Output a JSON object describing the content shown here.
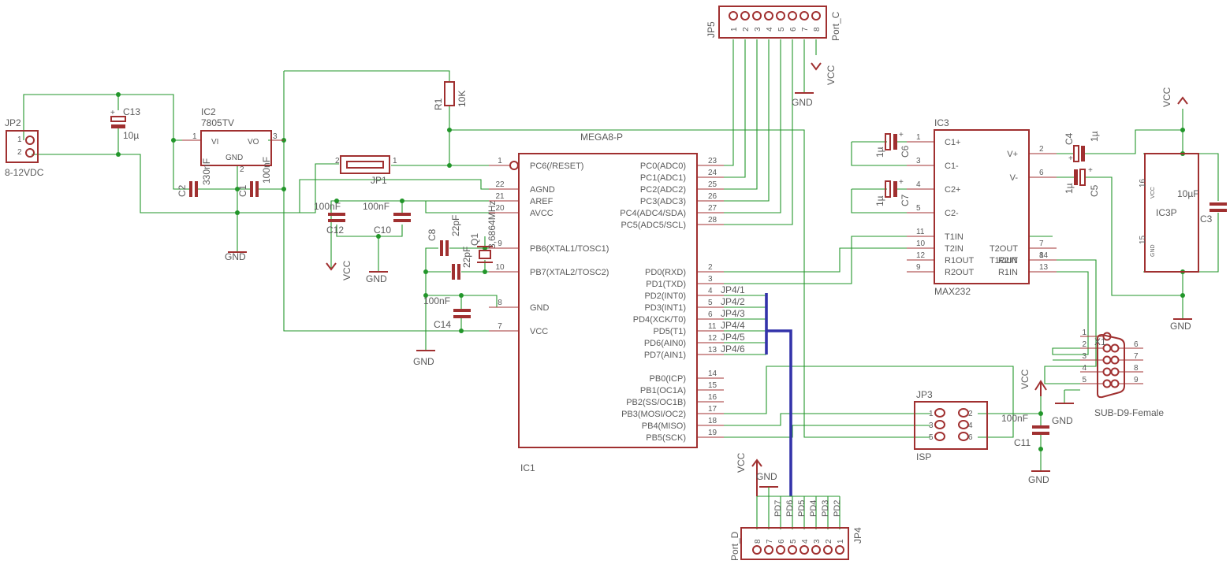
{
  "parts": {
    "jp2": {
      "name": "JP2",
      "value": "8-12VDC",
      "pins": [
        "1",
        "2"
      ]
    },
    "c13": {
      "name": "C13",
      "value": "10µ"
    },
    "ic2": {
      "name": "IC2",
      "value": "7805TV",
      "vi": "VI",
      "vo": "VO",
      "gnd": "GND",
      "pin_in": "1",
      "pin_out": "3",
      "pin_gnd": "2"
    },
    "c2": {
      "name": "C2",
      "value": "330nF"
    },
    "c1": {
      "name": "C1",
      "value": "100nF"
    },
    "r1": {
      "name": "R1",
      "value": "10K"
    },
    "jp1": {
      "name": "JP1",
      "pin_a": "2",
      "pin_b": "1"
    },
    "c12": {
      "name": "C12",
      "value": "100nF"
    },
    "c10": {
      "name": "C10",
      "value": "100nF"
    },
    "c8": {
      "name": "C8",
      "value": "22pF"
    },
    "c9": {
      "value": "22pF"
    },
    "q1": {
      "name": "Q1",
      "value": "3,6864MHz"
    },
    "c14": {
      "name": "C14",
      "value": "100nF"
    },
    "jp5": {
      "name": "JP5",
      "value": "Port_C",
      "pins": [
        "1",
        "2",
        "3",
        "4",
        "5",
        "6",
        "7",
        "8"
      ]
    },
    "ic1": {
      "name": "IC1",
      "value": "MEGA8-P",
      "left_pins": [
        {
          "num": "1",
          "label": "PC6(/RESET)"
        },
        {
          "num": "22",
          "label": "AGND"
        },
        {
          "num": "21",
          "label": "AREF"
        },
        {
          "num": "20",
          "label": "AVCC"
        },
        {
          "num": "9",
          "label": "PB6(XTAL1/TOSC1)"
        },
        {
          "num": "10",
          "label": "PB7(XTAL2/TOSC2)"
        },
        {
          "num": "8",
          "label": "GND"
        },
        {
          "num": "7",
          "label": "VCC"
        }
      ],
      "right_pins": [
        {
          "num": "23",
          "label": "PC0(ADC0)"
        },
        {
          "num": "24",
          "label": "PC1(ADC1)"
        },
        {
          "num": "25",
          "label": "PC2(ADC2)"
        },
        {
          "num": "26",
          "label": "PC3(ADC3)"
        },
        {
          "num": "27",
          "label": "PC4(ADC4/SDA)"
        },
        {
          "num": "28",
          "label": "PC5(ADC5/SCL)"
        },
        {
          "num": "2",
          "label": "PD0(RXD)"
        },
        {
          "num": "3",
          "label": "PD1(TXD)"
        },
        {
          "num": "4",
          "label": "PD2(INT0)"
        },
        {
          "num": "5",
          "label": "PD3(INT1)"
        },
        {
          "num": "6",
          "label": "PD4(XCK/T0)"
        },
        {
          "num": "11",
          "label": "PD5(T1)"
        },
        {
          "num": "12",
          "label": "PD6(AIN0)"
        },
        {
          "num": "13",
          "label": "PD7(AIN1)"
        },
        {
          "num": "14",
          "label": "PB0(ICP)"
        },
        {
          "num": "15",
          "label": "PB1(OC1A)"
        },
        {
          "num": "16",
          "label": "PB2(SS/OC1B)"
        },
        {
          "num": "17",
          "label": "PB3(MOSI/OC2)"
        },
        {
          "num": "18",
          "label": "PB4(MISO)"
        },
        {
          "num": "19",
          "label": "PB5(SCK)"
        }
      ]
    },
    "bus_labels": [
      "JP4/1",
      "JP4/2",
      "JP4/3",
      "JP4/4",
      "JP4/5",
      "JP4/6"
    ],
    "ic3": {
      "name": "IC3",
      "value": "MAX232",
      "left_pins": [
        {
          "num": "1",
          "label": "C1+"
        },
        {
          "num": "3",
          "label": "C1-"
        },
        {
          "num": "4",
          "label": "C2+"
        },
        {
          "num": "5",
          "label": "C2-"
        },
        {
          "num": "11",
          "label": "T1IN"
        },
        {
          "num": "10",
          "label": "T2IN"
        },
        {
          "num": "12",
          "label": "R1OUT"
        },
        {
          "num": "9",
          "label": "R2OUT"
        }
      ],
      "right_pins": [
        {
          "num": "2",
          "label": "V+"
        },
        {
          "num": "6",
          "label": "V-"
        },
        {
          "num": "14",
          "label": "T1OUT"
        },
        {
          "num": "7",
          "label": "T2OUT"
        },
        {
          "num": "13",
          "label": "R1IN"
        },
        {
          "num": "8",
          "label": "R2IN"
        }
      ]
    },
    "c6": {
      "name": "C6",
      "value": "1µ"
    },
    "c7": {
      "name": "C7",
      "value": "1µ"
    },
    "c4": {
      "name": "C4",
      "value": "1µ"
    },
    "c5": {
      "name": "C5",
      "value": "1µ"
    },
    "ic3p": {
      "name": "IC3P",
      "vcc_pin": "16",
      "gnd_pin": "15",
      "vcc": "VCC",
      "gnd": "GND"
    },
    "c3": {
      "name": "C3",
      "value": "10µF"
    },
    "x1": {
      "name": "X1",
      "value": "SUB-D9-Female",
      "pins": [
        "1",
        "2",
        "3",
        "4",
        "5",
        "6",
        "7",
        "8",
        "9"
      ]
    },
    "jp3": {
      "name": "JP3",
      "value": "ISP",
      "pins": [
        "1",
        "2",
        "3",
        "4",
        "5",
        "6"
      ]
    },
    "c11": {
      "name": "C11",
      "value": "100nF"
    },
    "jp4": {
      "name": "JP4",
      "value": "Port_D",
      "pins": [
        "8",
        "7",
        "6",
        "5",
        "4",
        "3",
        "2",
        "1"
      ],
      "signals": [
        "PD7",
        "PD6",
        "PD5",
        "PD4",
        "PD3",
        "PD2"
      ]
    }
  },
  "net_labels": {
    "vcc": "VCC",
    "gnd": "GND"
  }
}
